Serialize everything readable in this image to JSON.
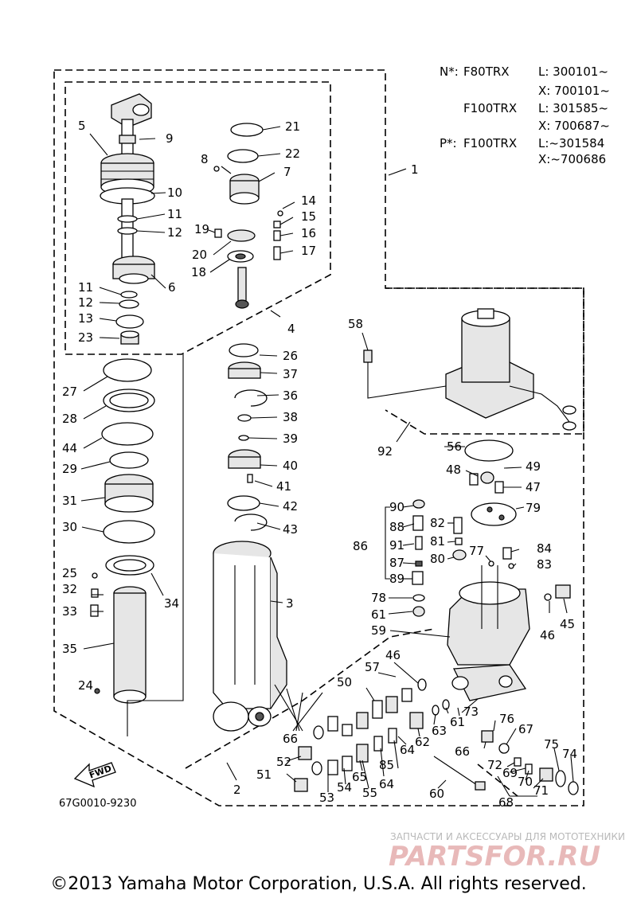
{
  "diagram_code": "67G0010-9230",
  "fwd_label": "FWD",
  "models": [
    {
      "prefix": "N*:",
      "name": "F80TRX",
      "ranges": [
        "L: 300101~",
        "X: 700101~"
      ]
    },
    {
      "prefix": "",
      "name": "F100TRX",
      "ranges": [
        "L: 301585~",
        "X: 700687~"
      ]
    },
    {
      "prefix": "P*:",
      "name": "F100TRX",
      "ranges": [
        "L:~301584",
        "X:~700686"
      ]
    }
  ],
  "watermark": {
    "small": "ЗАПЧАСТИ И АКСЕССУАРЫ ДЛЯ МОТОТЕХНИКИ",
    "big": "PARTSFOR.RU"
  },
  "copyright": "©2013 Yamaha Motor Corporation, U.S.A. All rights reserved.",
  "labels": {
    "l1": "1",
    "l2": "2",
    "l3": "3",
    "l4": "4",
    "l5": "5",
    "l6": "6",
    "l7": "7",
    "l8": "8",
    "l9": "9",
    "l10": "10",
    "l11a": "11",
    "l11b": "11",
    "l12a": "12",
    "l12b": "12",
    "l13": "13",
    "l14": "14",
    "l15": "15",
    "l16": "16",
    "l17": "17",
    "l18": "18",
    "l19": "19",
    "l20": "20",
    "l21": "21",
    "l22": "22",
    "l23": "23",
    "l24": "24",
    "l25": "25",
    "l26": "26",
    "l27": "27",
    "l28": "28",
    "l29": "29",
    "l30": "30",
    "l31": "31",
    "l32": "32",
    "l33": "33",
    "l34": "34",
    "l35": "35",
    "l36": "36",
    "l37": "37",
    "l38": "38",
    "l39": "39",
    "l40": "40",
    "l41": "41",
    "l42": "42",
    "l43": "43",
    "l44": "44",
    "l45": "45",
    "l46a": "46",
    "l46b": "46",
    "l47": "47",
    "l48": "48",
    "l49": "49",
    "l50": "50",
    "l51": "51",
    "l52": "52",
    "l53": "53",
    "l54": "54",
    "l55": "55",
    "l56": "56",
    "l57": "57",
    "l58": "58",
    "l59": "59",
    "l60": "60",
    "l61a": "61",
    "l61b": "61",
    "l62": "62",
    "l63": "63",
    "l64a": "64",
    "l64b": "64",
    "l65": "65",
    "l66a": "66",
    "l66b": "66",
    "l67": "67",
    "l68": "68",
    "l69": "69",
    "l70": "70",
    "l71": "71",
    "l72": "72",
    "l73": "73",
    "l74": "74",
    "l75": "75",
    "l76": "76",
    "l77": "77",
    "l78": "78",
    "l79": "79",
    "l80": "80",
    "l81": "81",
    "l82": "82",
    "l83": "83",
    "l84": "84",
    "l85": "85",
    "l86": "86",
    "l87": "87",
    "l88": "88",
    "l89": "89",
    "l90": "90",
    "l91": "91",
    "l92": "92"
  }
}
